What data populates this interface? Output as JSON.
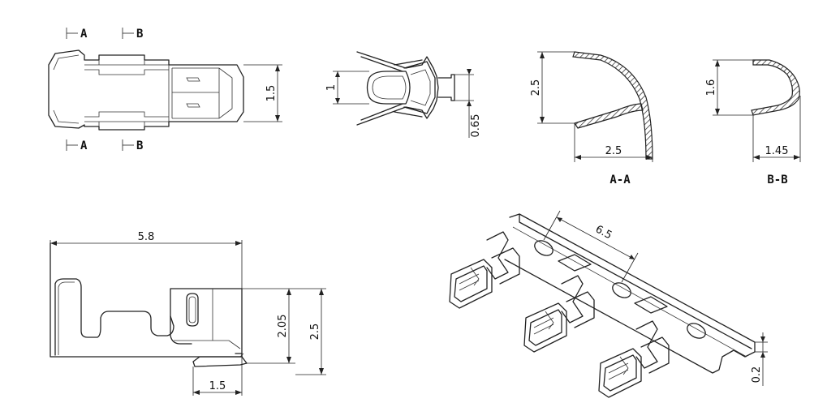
{
  "section_markers": {
    "a": "A",
    "b": "B"
  },
  "section_titles": {
    "aa": "A-A",
    "bb": "B-B"
  },
  "dimensions": {
    "top_view_height": "1.5",
    "front_inner_width": "1",
    "front_pin_width": "0.65",
    "aa_height": "2.5",
    "aa_width": "2.5",
    "bb_height": "1.6",
    "bb_width": "1.45",
    "side_length": "5.8",
    "side_inner_height": "2.05",
    "side_height": "2.5",
    "side_tab": "1.5",
    "strip_pitch": "6.5",
    "strip_thickness": "0.2"
  },
  "colors": {
    "line": "#222222",
    "background": "#ffffff"
  }
}
